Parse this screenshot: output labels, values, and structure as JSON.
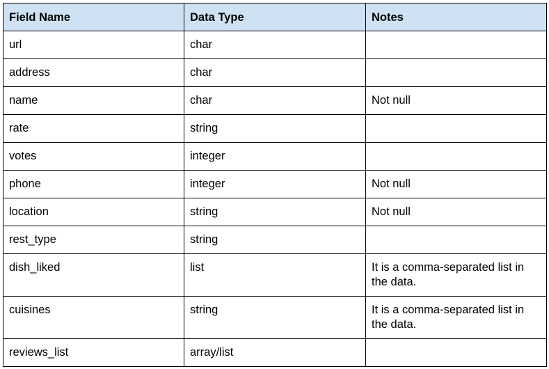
{
  "table": {
    "headers": [
      "Field Name",
      "Data Type",
      "Notes"
    ],
    "rows": [
      {
        "field": "url",
        "type": "char",
        "notes": ""
      },
      {
        "field": "address",
        "type": "char",
        "notes": ""
      },
      {
        "field": "name",
        "type": "char",
        "notes": "Not null"
      },
      {
        "field": "rate",
        "type": "string",
        "notes": ""
      },
      {
        "field": "votes",
        "type": "integer",
        "notes": ""
      },
      {
        "field": "phone",
        "type": "integer",
        "notes": "Not null"
      },
      {
        "field": "location",
        "type": "string",
        "notes": "Not null"
      },
      {
        "field": "rest_type",
        "type": "string",
        "notes": ""
      },
      {
        "field": "dish_liked",
        "type": "list",
        "notes": "It is a comma-separated list in the data."
      },
      {
        "field": "cuisines",
        "type": "string",
        "notes": "It is a comma-separated list in the data."
      },
      {
        "field": "reviews_list",
        "type": "array/list",
        "notes": ""
      }
    ]
  },
  "colors": {
    "header_background": "#cfe2f3",
    "border": "#000000"
  }
}
